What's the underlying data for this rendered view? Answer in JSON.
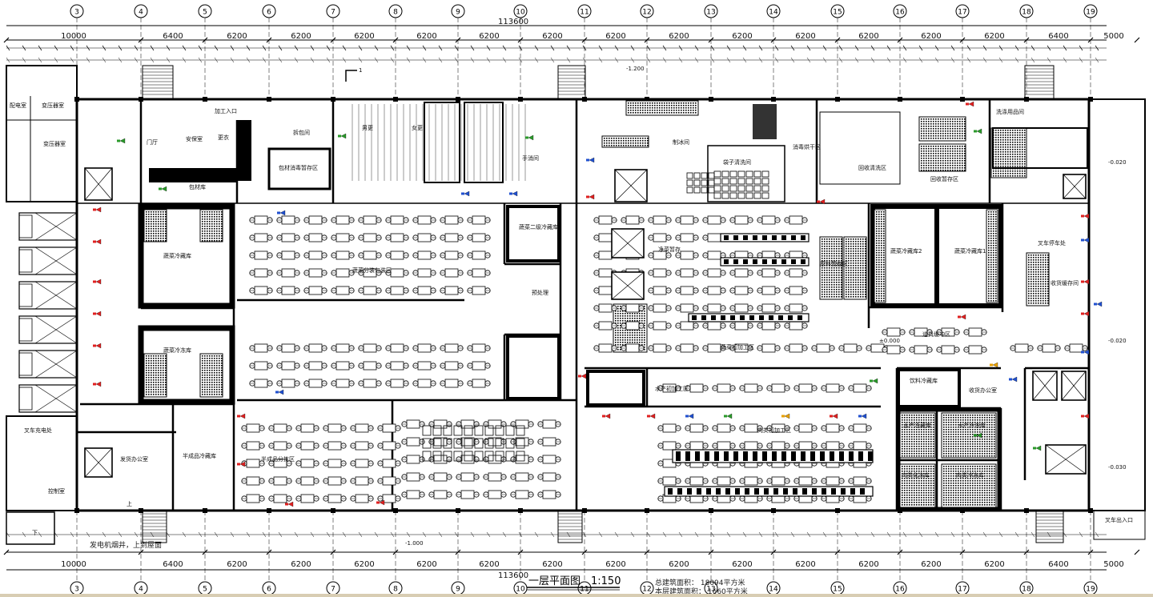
{
  "axes": {
    "labels": [
      "3",
      "4",
      "5",
      "6",
      "7",
      "8",
      "9",
      "10",
      "11",
      "12",
      "13",
      "14",
      "15",
      "16",
      "17",
      "18",
      "19"
    ]
  },
  "dimensions": {
    "total": "113600",
    "spans": [
      "10000",
      "6400",
      "6200",
      "6200",
      "6200",
      "6200",
      "6200",
      "6200",
      "6200",
      "6200",
      "6200",
      "6200",
      "6200",
      "6200",
      "6200",
      "6400",
      "5000"
    ]
  },
  "elevations": {
    "top": "-1.200",
    "bottom": "-1.000",
    "right_a": "-0.020",
    "right_b": "-0.030",
    "mid": "±0.000"
  },
  "rooms": [
    {
      "key": "r_qiyadian",
      "text": "配电室"
    },
    {
      "key": "r_bianyaqi",
      "text": "变压器室"
    },
    {
      "key": "r_bianyaqi2",
      "text": "变压器室"
    },
    {
      "key": "r_mentang",
      "text": "门厅"
    },
    {
      "key": "r_anbao",
      "text": "安保室"
    },
    {
      "key": "r_gengyi",
      "text": "更衣"
    },
    {
      "key": "r_chaibao",
      "text": "拆包间"
    },
    {
      "key": "r_baocai",
      "text": "包材消毒暂存区"
    },
    {
      "key": "r_baocaiku",
      "text": "包材库"
    },
    {
      "key": "r_nan",
      "text": "男更"
    },
    {
      "key": "r_nv",
      "text": "女更"
    },
    {
      "key": "r_shoushi",
      "text": "手消间"
    },
    {
      "key": "r_zhibing",
      "text": "制冰间"
    },
    {
      "key": "r_daizi",
      "text": "袋子清洗间"
    },
    {
      "key": "r_xiaodu",
      "text": "消毒烘干区"
    },
    {
      "key": "r_shouji",
      "text": "回收清洗区"
    },
    {
      "key": "r_huishou",
      "text": "回收暂存区"
    },
    {
      "key": "r_qingxi",
      "text": "洗涤用品间"
    },
    {
      "key": "r_shucai_lc",
      "text": "蔬菜冷藏库"
    },
    {
      "key": "r_shucai_cf",
      "text": "蔬菜冷冻库"
    },
    {
      "key": "r_shucai_fj",
      "text": "蔬菜分装包装区"
    },
    {
      "key": "r_shucai_2",
      "text": "蔬菜二级冷藏库"
    },
    {
      "key": "r_yuchuli",
      "text": "预处理"
    },
    {
      "key": "r_shucai_jg",
      "text": "蔬菜初加工区"
    },
    {
      "key": "r_yuanliao",
      "text": "原料暂存区"
    },
    {
      "key": "r_jingcai",
      "text": "净菜暂存"
    },
    {
      "key": "r_shucai_lc2",
      "text": "蔬菜冷藏库2"
    },
    {
      "key": "r_shucai_lc1",
      "text": "蔬菜冷藏库1"
    },
    {
      "key": "r_chache",
      "text": "叉车停车处"
    },
    {
      "key": "r_shouhuo",
      "text": "收货缓存间"
    },
    {
      "key": "r_dashu",
      "text": "道具缓冲区"
    },
    {
      "key": "r_yinliao",
      "text": "饮料冷藏库"
    },
    {
      "key": "r_shoufa",
      "text": "收货办公室"
    },
    {
      "key": "r_shuichan",
      "text": "水产冷藏库"
    },
    {
      "key": "r_shuichan_cf",
      "text": "水产冷冻库"
    },
    {
      "key": "r_roulei",
      "text": "肉类化冻库"
    },
    {
      "key": "r_roulei_cf",
      "text": "肉类冷冻库"
    },
    {
      "key": "r_shuichan_jg",
      "text": "水产初加工区"
    },
    {
      "key": "r_roulei_jg",
      "text": "肉类初加工区"
    },
    {
      "key": "r_fanlao",
      "text": "半成品冷藏库"
    },
    {
      "key": "r_fenjian",
      "text": "半成品分拣区"
    },
    {
      "key": "r_chache_chong",
      "text": "叉车充电处"
    },
    {
      "key": "r_fasong",
      "text": "发货办公室"
    },
    {
      "key": "r_kongzhi",
      "text": "控制室"
    },
    {
      "key": "r_xia",
      "text": "下"
    },
    {
      "key": "r_shang",
      "text": "上"
    },
    {
      "key": "r_chukou",
      "text": "叉车出入口"
    },
    {
      "key": "r_tanfeng",
      "text": "加工入口"
    },
    {
      "key": "r_fadian",
      "text": "发电机烟井，上到屋面"
    }
  ],
  "title": {
    "main": "一层平面图",
    "scale": "1:150",
    "total_area": "总建筑面积：  18094平方米",
    "floor_area": "本层建筑面积：  1660平方米"
  },
  "marker": "1"
}
